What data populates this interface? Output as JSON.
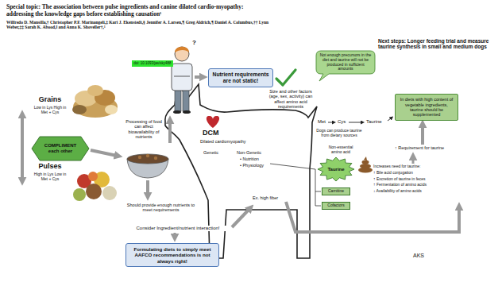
{
  "diagram": {
    "title": "Special topic: The association between pulse ingredients and canine dilated cardio-myopathy: addressing the knowledge gaps before establishing causation¹",
    "nodes": [
      {
        "text": [
          "doi: 10.1093/jas/sky488"
        ]
      },
      {
        "text": [
          "Nutrient requirements are not static!"
        ]
      },
      {
        "text": [
          "Not enough precursors in the diet and taurine will not be produced in sufficient amounts"
        ]
      },
      {
        "text": [
          "COMPLIMENT each other"
        ]
      },
      {
        "text": [
          "In diets with high content of vegetable ingredients, taurine should be supplemented"
        ]
      },
      {
        "text": [
          "Taurine"
        ]
      },
      {
        "text": [
          "Carnitine"
        ]
      },
      {
        "text": [
          "Cofactors"
        ]
      },
      {
        "text": [
          "Formulating diets to simply meet AAFCO recommendations is not always right!"
        ]
      }
    ],
    "labels": [
      "Wilfredo D. Mansilla,† Christopher P.F. Marinangeli,‡ Kari J. Ekenstedt,§ Jennifer A. Larsen,¶ Greg Aldrich,¶ Daniel A. Columbus,†† Lynn Weber,‡‡ Sarah K. Abood,‖ and Anna K. Shoveller†,¹",
      "Next steps: Longer feeding trial and measure taurine synthesis in small and medium dogs",
      "?",
      "Grains",
      "Low in Lys High in Met + Cys",
      "Size and other factors (age, sex, activity) can affect amino acid requirements",
      "Met",
      "Cys",
      "Taurine",
      "Processing of food can affect bioavailability of nutrients",
      "DCM",
      "Dilated cardiomyopathy",
      "Dogs can produce taurine from dietary sources",
      "Non-essential amino acid",
      "↑ Requirement for taurine",
      "Genetic",
      "Non-Genetic",
      "• Nutrition",
      "• Physiology",
      "Increases need for taurine:",
      "↑ Bile acid conjugation",
      "↑ Excretion of taurine in feces",
      "↑ Fermentation of amino acids",
      "↓ Availability of amino acids",
      "Pulses",
      "High in Lys Low in Met + Cys",
      "Should provide enough nutrients to meet requirements",
      "Ex. high fiber",
      "Consider Ingredient/nutrient interaction!",
      "AKS"
    ]
  }
}
